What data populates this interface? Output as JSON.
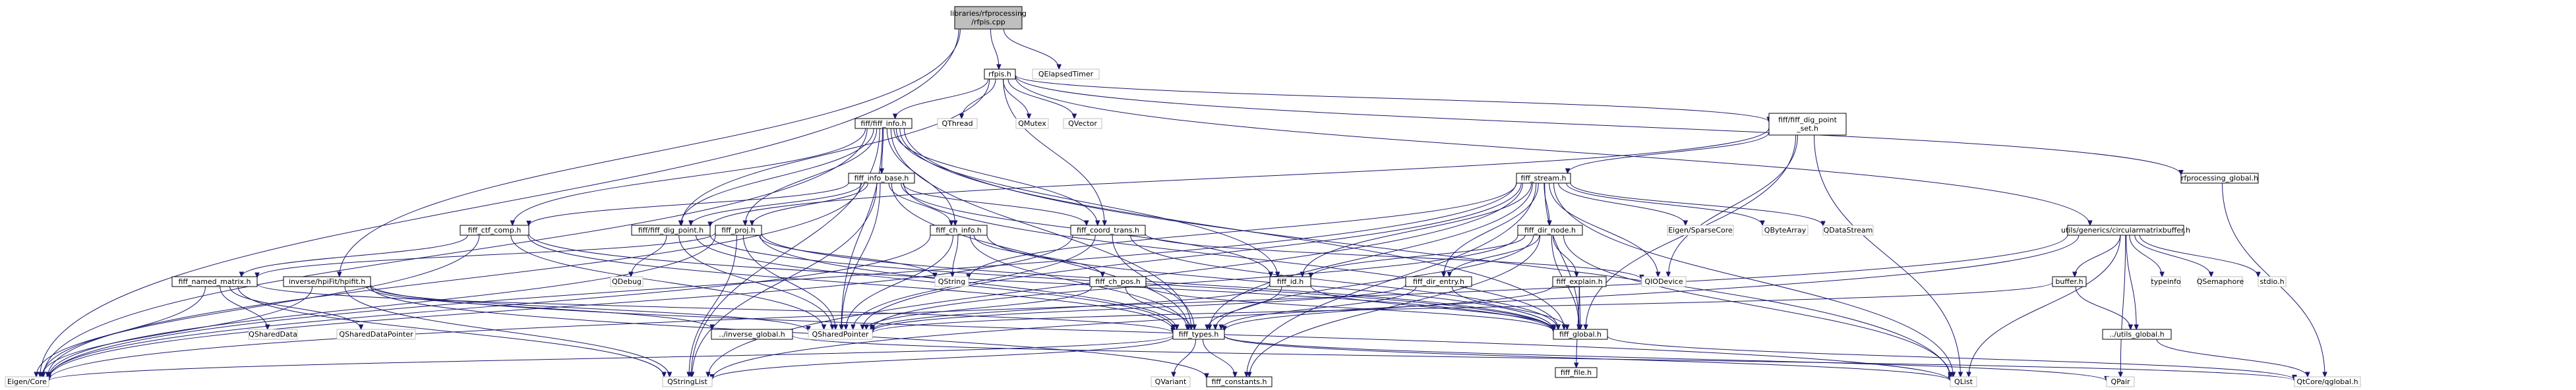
{
  "colors": {
    "edge": "#191970",
    "root_fill": "#bfbfbf",
    "node_border": "#000000",
    "external_border": "#bfbfbf",
    "background": "#ffffff"
  },
  "nodes": [
    {
      "id": "root",
      "lines": [
        "libraries/rfprocessing",
        "/rfpis.cpp"
      ],
      "kind": "root"
    },
    {
      "id": "rfpis",
      "lines": [
        "rfpis.h"
      ],
      "kind": "file"
    },
    {
      "id": "qelapsed",
      "lines": [
        "QElapsedTimer"
      ],
      "kind": "ext"
    },
    {
      "id": "fiff_info",
      "lines": [
        "fiff/fiff_info.h"
      ],
      "kind": "file"
    },
    {
      "id": "qthread",
      "lines": [
        "QThread"
      ],
      "kind": "ext"
    },
    {
      "id": "qmutex",
      "lines": [
        "QMutex"
      ],
      "kind": "ext"
    },
    {
      "id": "qvector",
      "lines": [
        "QVector"
      ],
      "kind": "ext"
    },
    {
      "id": "fiff_dig_set",
      "lines": [
        "fiff/fiff_dig_point",
        "_set.h"
      ],
      "kind": "file"
    },
    {
      "id": "rfp_global",
      "lines": [
        "rfprocessing_global.h"
      ],
      "kind": "file"
    },
    {
      "id": "fiff_info_base",
      "lines": [
        "fiff_info_base.h"
      ],
      "kind": "file"
    },
    {
      "id": "fiff_stream",
      "lines": [
        "fiff_stream.h"
      ],
      "kind": "file"
    },
    {
      "id": "circbuf",
      "lines": [
        "utils/generics/circularmatrixbuffer.h"
      ],
      "kind": "file"
    },
    {
      "id": "fiff_ctf_comp",
      "lines": [
        "fiff_ctf_comp.h"
      ],
      "kind": "file"
    },
    {
      "id": "fiff_dig_point",
      "lines": [
        "fiff/fiff_dig_point.h"
      ],
      "kind": "file"
    },
    {
      "id": "fiff_proj",
      "lines": [
        "fiff_proj.h"
      ],
      "kind": "file"
    },
    {
      "id": "fiff_ch_info",
      "lines": [
        "fiff_ch_info.h"
      ],
      "kind": "file"
    },
    {
      "id": "fiff_coord",
      "lines": [
        "fiff_coord_trans.h"
      ],
      "kind": "file"
    },
    {
      "id": "eigen_sparse",
      "lines": [
        "Eigen/SparseCore"
      ],
      "kind": "ext"
    },
    {
      "id": "qbytearray",
      "lines": [
        "QByteArray"
      ],
      "kind": "ext"
    },
    {
      "id": "qdatastream",
      "lines": [
        "QDataStream"
      ],
      "kind": "ext"
    },
    {
      "id": "fiff_dir_node",
      "lines": [
        "fiff_dir_node.h"
      ],
      "kind": "file"
    },
    {
      "id": "typeinfo",
      "lines": [
        "typeinfo"
      ],
      "kind": "ext"
    },
    {
      "id": "qsemaphore",
      "lines": [
        "QSemaphore"
      ],
      "kind": "ext"
    },
    {
      "id": "stdio",
      "lines": [
        "stdio.h"
      ],
      "kind": "ext"
    },
    {
      "id": "buffer",
      "lines": [
        "buffer.h"
      ],
      "kind": "file"
    },
    {
      "id": "qiodevice",
      "lines": [
        "QIODevice"
      ],
      "kind": "ext"
    },
    {
      "id": "qdebug",
      "lines": [
        "QDebug"
      ],
      "kind": "ext"
    },
    {
      "id": "qstring",
      "lines": [
        "QString"
      ],
      "kind": "ext"
    },
    {
      "id": "fiff_id",
      "lines": [
        "fiff_id.h"
      ],
      "kind": "file"
    },
    {
      "id": "fiff_named_matrix",
      "lines": [
        "fiff_named_matrix.h"
      ],
      "kind": "file"
    },
    {
      "id": "hpifit",
      "lines": [
        "inverse/hpiFit/hpifit.h"
      ],
      "kind": "file"
    },
    {
      "id": "fiff_ch_pos",
      "lines": [
        "fiff_ch_pos.h"
      ],
      "kind": "file"
    },
    {
      "id": "fiff_dir_entry",
      "lines": [
        "fiff_dir_entry.h"
      ],
      "kind": "file"
    },
    {
      "id": "fiff_explain",
      "lines": [
        "fiff_explain.h"
      ],
      "kind": "file"
    },
    {
      "id": "utils_global",
      "lines": [
        "../utils_global.h"
      ],
      "kind": "file"
    },
    {
      "id": "qshareddata",
      "lines": [
        "QSharedData"
      ],
      "kind": "ext"
    },
    {
      "id": "qsdp",
      "lines": [
        "QSharedDataPointer"
      ],
      "kind": "ext"
    },
    {
      "id": "inverse_global",
      "lines": [
        "../inverse_global.h"
      ],
      "kind": "file"
    },
    {
      "id": "qsharedpointer",
      "lines": [
        "QSharedPointer"
      ],
      "kind": "ext"
    },
    {
      "id": "fiff_types",
      "lines": [
        "fiff_types.h"
      ],
      "kind": "file"
    },
    {
      "id": "fiff_global",
      "lines": [
        "fiff_global.h"
      ],
      "kind": "file"
    },
    {
      "id": "fiff_file",
      "lines": [
        "fiff_file.h"
      ],
      "kind": "file"
    },
    {
      "id": "eigen_core",
      "lines": [
        "Eigen/Core"
      ],
      "kind": "ext"
    },
    {
      "id": "qstringlist",
      "lines": [
        "QStringList"
      ],
      "kind": "ext"
    },
    {
      "id": "qvariant",
      "lines": [
        "QVariant"
      ],
      "kind": "ext"
    },
    {
      "id": "fiff_constants",
      "lines": [
        "fiff_constants.h"
      ],
      "kind": "file"
    },
    {
      "id": "qlist",
      "lines": [
        "QList"
      ],
      "kind": "ext"
    },
    {
      "id": "qpair",
      "lines": [
        "QPair"
      ],
      "kind": "ext"
    },
    {
      "id": "qtcoreglobal",
      "lines": [
        "QtCore/qglobal.h"
      ],
      "kind": "ext"
    }
  ],
  "edges": [
    [
      "root",
      "rfpis"
    ],
    [
      "root",
      "qelapsed"
    ],
    [
      "root",
      "hpifit"
    ],
    [
      "root",
      "eigen_core"
    ],
    [
      "rfpis",
      "fiff_info"
    ],
    [
      "rfpis",
      "qthread"
    ],
    [
      "rfpis",
      "qmutex"
    ],
    [
      "rfpis",
      "qvector"
    ],
    [
      "rfpis",
      "fiff_dig_set"
    ],
    [
      "rfpis",
      "rfp_global"
    ],
    [
      "rfpis",
      "circbuf"
    ],
    [
      "rfpis",
      "fiff_dig_point"
    ],
    [
      "rfpis",
      "fiff_coord"
    ],
    [
      "fiff_info",
      "fiff_info_base"
    ],
    [
      "fiff_info",
      "fiff_ctf_comp"
    ],
    [
      "fiff_info",
      "fiff_dig_point"
    ],
    [
      "fiff_info",
      "fiff_proj"
    ],
    [
      "fiff_info",
      "fiff_ch_info"
    ],
    [
      "fiff_info",
      "fiff_coord"
    ],
    [
      "fiff_info",
      "fiff_id"
    ],
    [
      "fiff_info",
      "fiff_types"
    ],
    [
      "fiff_info",
      "fiff_global"
    ],
    [
      "fiff_info",
      "qsharedpointer"
    ],
    [
      "fiff_info",
      "eigen_core"
    ],
    [
      "fiff_info",
      "qlist"
    ],
    [
      "fiff_info",
      "qstringlist"
    ],
    [
      "fiff_dig_set",
      "fiff_stream"
    ],
    [
      "fiff_dig_set",
      "fiff_global"
    ],
    [
      "fiff_dig_set",
      "fiff_dig_point"
    ],
    [
      "fiff_dig_set",
      "qlist"
    ],
    [
      "fiff_dig_set",
      "qiodevice"
    ],
    [
      "rfp_global",
      "qtcoreglobal"
    ],
    [
      "fiff_info_base",
      "fiff_ctf_comp"
    ],
    [
      "fiff_info_base",
      "fiff_proj"
    ],
    [
      "fiff_info_base",
      "fiff_ch_info"
    ],
    [
      "fiff_info_base",
      "fiff_coord"
    ],
    [
      "fiff_info_base",
      "fiff_id"
    ],
    [
      "fiff_info_base",
      "fiff_types"
    ],
    [
      "fiff_info_base",
      "fiff_global"
    ],
    [
      "fiff_info_base",
      "qsharedpointer"
    ],
    [
      "fiff_info_base",
      "eigen_core"
    ],
    [
      "fiff_info_base",
      "qstringlist"
    ],
    [
      "fiff_info_base",
      "fiff_dig_point"
    ],
    [
      "fiff_stream",
      "fiff_id"
    ],
    [
      "fiff_stream",
      "fiff_dir_node"
    ],
    [
      "fiff_stream",
      "fiff_dir_entry"
    ],
    [
      "fiff_stream",
      "eigen_sparse"
    ],
    [
      "fiff_stream",
      "qbytearray"
    ],
    [
      "fiff_stream",
      "qdatastream"
    ],
    [
      "fiff_stream",
      "qiodevice"
    ],
    [
      "fiff_stream",
      "qlist"
    ],
    [
      "fiff_stream",
      "qstring"
    ],
    [
      "fiff_stream",
      "qstringlist"
    ],
    [
      "fiff_stream",
      "qsharedpointer"
    ],
    [
      "fiff_stream",
      "fiff_global"
    ],
    [
      "fiff_stream",
      "fiff_types"
    ],
    [
      "fiff_stream",
      "eigen_core"
    ],
    [
      "fiff_stream",
      "fiff_constants"
    ],
    [
      "circbuf",
      "buffer"
    ],
    [
      "circbuf",
      "typeinfo"
    ],
    [
      "circbuf",
      "qsemaphore"
    ],
    [
      "circbuf",
      "stdio"
    ],
    [
      "circbuf",
      "utils_global"
    ],
    [
      "circbuf",
      "qpair"
    ],
    [
      "circbuf",
      "qlist"
    ],
    [
      "circbuf",
      "qstringlist"
    ],
    [
      "circbuf",
      "eigen_core"
    ],
    [
      "buffer",
      "utils_global"
    ],
    [
      "buffer",
      "qsharedpointer"
    ],
    [
      "utils_global",
      "qtcoreglobal"
    ],
    [
      "fiff_ctf_comp",
      "fiff_named_matrix"
    ],
    [
      "fiff_ctf_comp",
      "fiff_types"
    ],
    [
      "fiff_ctf_comp",
      "fiff_global"
    ],
    [
      "fiff_ctf_comp",
      "qsharedpointer"
    ],
    [
      "fiff_ctf_comp",
      "eigen_core"
    ],
    [
      "fiff_dig_point",
      "fiff_types"
    ],
    [
      "fiff_dig_point",
      "fiff_global"
    ],
    [
      "fiff_dig_point",
      "qdebug"
    ],
    [
      "fiff_dig_point",
      "qsharedpointer"
    ],
    [
      "fiff_proj",
      "fiff_named_matrix"
    ],
    [
      "fiff_proj",
      "fiff_types"
    ],
    [
      "fiff_proj",
      "fiff_global"
    ],
    [
      "fiff_proj",
      "qstring"
    ],
    [
      "fiff_proj",
      "qsharedpointer"
    ],
    [
      "fiff_proj",
      "qstringlist"
    ],
    [
      "fiff_proj",
      "eigen_core"
    ],
    [
      "fiff_ch_info",
      "fiff_ch_pos"
    ],
    [
      "fiff_ch_info",
      "fiff_types"
    ],
    [
      "fiff_ch_info",
      "fiff_global"
    ],
    [
      "fiff_ch_info",
      "qstring"
    ],
    [
      "fiff_ch_info",
      "qsharedpointer"
    ],
    [
      "fiff_ch_info",
      "eigen_core"
    ],
    [
      "fiff_coord",
      "fiff_types"
    ],
    [
      "fiff_coord",
      "fiff_global"
    ],
    [
      "fiff_coord",
      "qiodevice"
    ],
    [
      "fiff_coord",
      "qsharedpointer"
    ],
    [
      "fiff_coord",
      "eigen_core"
    ],
    [
      "fiff_dir_node",
      "fiff_dir_entry"
    ],
    [
      "fiff_dir_node",
      "fiff_id"
    ],
    [
      "fiff_dir_node",
      "fiff_explain"
    ],
    [
      "fiff_dir_node",
      "fiff_types"
    ],
    [
      "fiff_dir_node",
      "fiff_global"
    ],
    [
      "fiff_dir_node",
      "qsharedpointer"
    ],
    [
      "fiff_dir_node",
      "qlist"
    ],
    [
      "fiff_dir_node",
      "fiff_constants"
    ],
    [
      "fiff_id",
      "fiff_types"
    ],
    [
      "fiff_id",
      "fiff_global"
    ],
    [
      "fiff_id",
      "qsharedpointer"
    ],
    [
      "fiff_named_matrix",
      "fiff_types"
    ],
    [
      "fiff_named_matrix",
      "qshareddata"
    ],
    [
      "fiff_named_matrix",
      "qsdp"
    ],
    [
      "fiff_named_matrix",
      "eigen_core"
    ],
    [
      "fiff_named_matrix",
      "qstringlist"
    ],
    [
      "hpifit",
      "inverse_global"
    ],
    [
      "hpifit",
      "qsharedpointer"
    ],
    [
      "hpifit",
      "eigen_core"
    ],
    [
      "hpifit",
      "qstringlist"
    ],
    [
      "hpifit",
      "fiff_constants"
    ],
    [
      "hpifit",
      "qlist"
    ],
    [
      "fiff_ch_pos",
      "fiff_types"
    ],
    [
      "fiff_ch_pos",
      "fiff_global"
    ],
    [
      "fiff_ch_pos",
      "qsharedpointer"
    ],
    [
      "fiff_dir_entry",
      "fiff_types"
    ],
    [
      "fiff_dir_entry",
      "fiff_global"
    ],
    [
      "fiff_dir_entry",
      "qsharedpointer"
    ],
    [
      "fiff_explain",
      "fiff_file"
    ],
    [
      "fiff_explain",
      "fiff_types"
    ],
    [
      "fiff_explain",
      "fiff_global"
    ],
    [
      "fiff_types",
      "fiff_constants"
    ],
    [
      "fiff_types",
      "eigen_core"
    ],
    [
      "fiff_types",
      "qvariant"
    ],
    [
      "fiff_types",
      "qstringlist"
    ],
    [
      "fiff_types",
      "qlist"
    ],
    [
      "fiff_types",
      "qpair"
    ],
    [
      "fiff_global",
      "qtcoreglobal"
    ],
    [
      "inverse_global",
      "qtcoreglobal"
    ]
  ]
}
